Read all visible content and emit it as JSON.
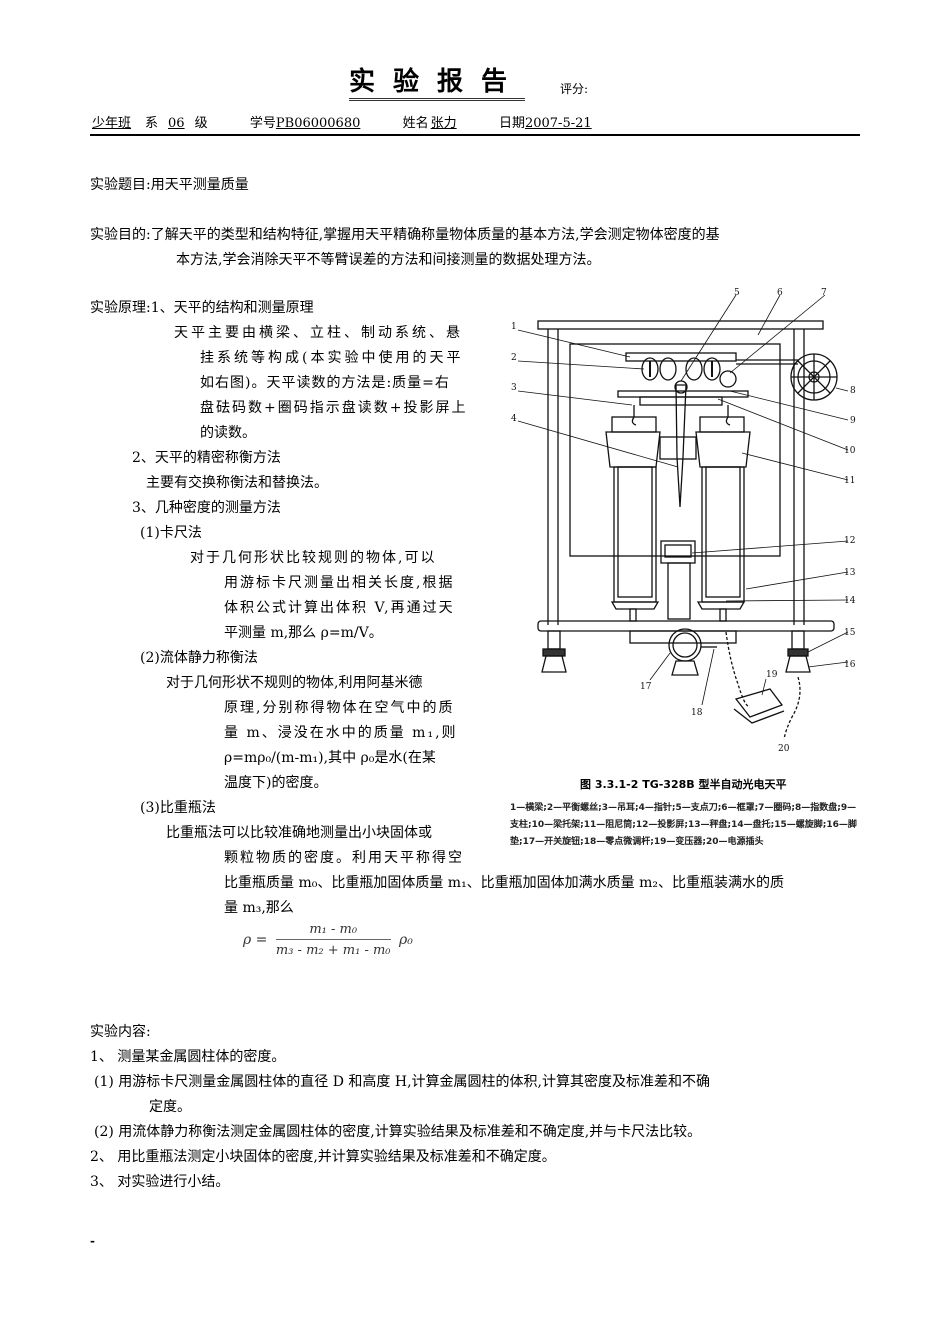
{
  "header": {
    "title": "实验报告",
    "score_label": "评分:",
    "department": "少年班",
    "dept_suffix": "系",
    "grade": "06",
    "grade_suffix": "级",
    "student_id_label": "学号",
    "student_id": "PB06000680",
    "name_label": "姓名",
    "name": "张力",
    "date_label": "日期",
    "date": "2007-5-21"
  },
  "topic": {
    "label": "实验题目:",
    "value": "用天平测量质量"
  },
  "purpose": {
    "label": "实验目的:",
    "line1": "了解天平的类型和结构特征,掌握用天平精确称量物体质量的基本方法,学会测定物体密度的基",
    "line2": "本方法,学会消除天平不等臂误差的方法和间接测量的数据处理方法。"
  },
  "principle": {
    "label": "实验原理:",
    "s1_title": "1、天平的结构和测量原理",
    "s1_lines": [
      "天平主要由横梁、立柱、制动系统、悬",
      "挂系统等构成(本实验中使用的天平",
      "如右图)。天平读数的方法是:质量=右",
      "盘砝码数+圈码指示盘读数+投影屏上",
      "的读数。"
    ],
    "s2_title": "2、天平的精密称衡方法",
    "s2_text": "主要有交换称衡法和替换法。",
    "s3_title": "3、几种密度的测量方法",
    "m1_title": "(1)卡尺法",
    "m1_lines": [
      "对于几何形状比较规则的物体,可以",
      "用游标卡尺测量出相关长度,根据",
      "体积公式计算出体积 V,再通过天",
      "平测量 m,那么 ρ=m/V。"
    ],
    "m2_title": "(2)流体静力称衡法",
    "m2_lines": [
      "对于几何形状不规则的物体,利用阿基米德",
      "原理,分别称得物体在空气中的质",
      "量 m、浸没在水中的质量 m₁,则",
      "ρ=mρ₀/(m-m₁),其中 ρ₀是水(在某",
      "温度下)的密度。"
    ],
    "m3_title": "(3)比重瓶法",
    "m3_lines": [
      "比重瓶法可以比较准确地测量出小块固体或",
      "颗粒物质的密度。利用天平称得空",
      "比重瓶质量 m₀、比重瓶加固体质量 m₁、比重瓶加固体加满水质量 m₂、比重瓶装满水的质",
      "量 m₃,那么"
    ],
    "formula": {
      "lhs": "ρ =",
      "numerator": "m₁ - m₀",
      "denominator": "m₃ - m₂ + m₁ - m₀",
      "rhs": "ρ₀"
    }
  },
  "figure": {
    "caption": "图 3.3.1-2   TG-328B 型半自动光电天平",
    "callouts": [
      "1",
      "2",
      "3",
      "4",
      "5",
      "6",
      "7",
      "8",
      "9",
      "10",
      "11",
      "12",
      "13",
      "14",
      "15",
      "16",
      "17",
      "18",
      "19",
      "20"
    ],
    "legend": "1—横梁;2—平衡螺丝;3—吊耳;4—指针;5—支点刀;6—框罩;7—圈码;8—指数盘;9—支柱;10—梁托架;11—阻尼筒;12—投影屏;13—秤盘;14—盘托;15—螺旋脚;16—脚垫;17—开关旋钮;18—零点微调杆;19—变压器;20—电源插头"
  },
  "content": {
    "label": "实验内容:",
    "items": [
      "1、 测量某金属圆柱体的密度。",
      "(1)    用游标卡尺测量金属圆柱体的直径 D 和高度 H,计算金属圆柱的体积,计算其密度及标准差和不确",
      "定度。",
      "(2)    用流体静力称衡法测定金属圆柱体的密度,计算实验结果及标准差和不确定度,并与卡尺法比较。",
      "2、 用比重瓶法测定小块固体的密度,并计算实验结果及标准差和不确定度。",
      "3、 对实验进行小结。"
    ]
  },
  "footer": {
    "mark": "-"
  }
}
